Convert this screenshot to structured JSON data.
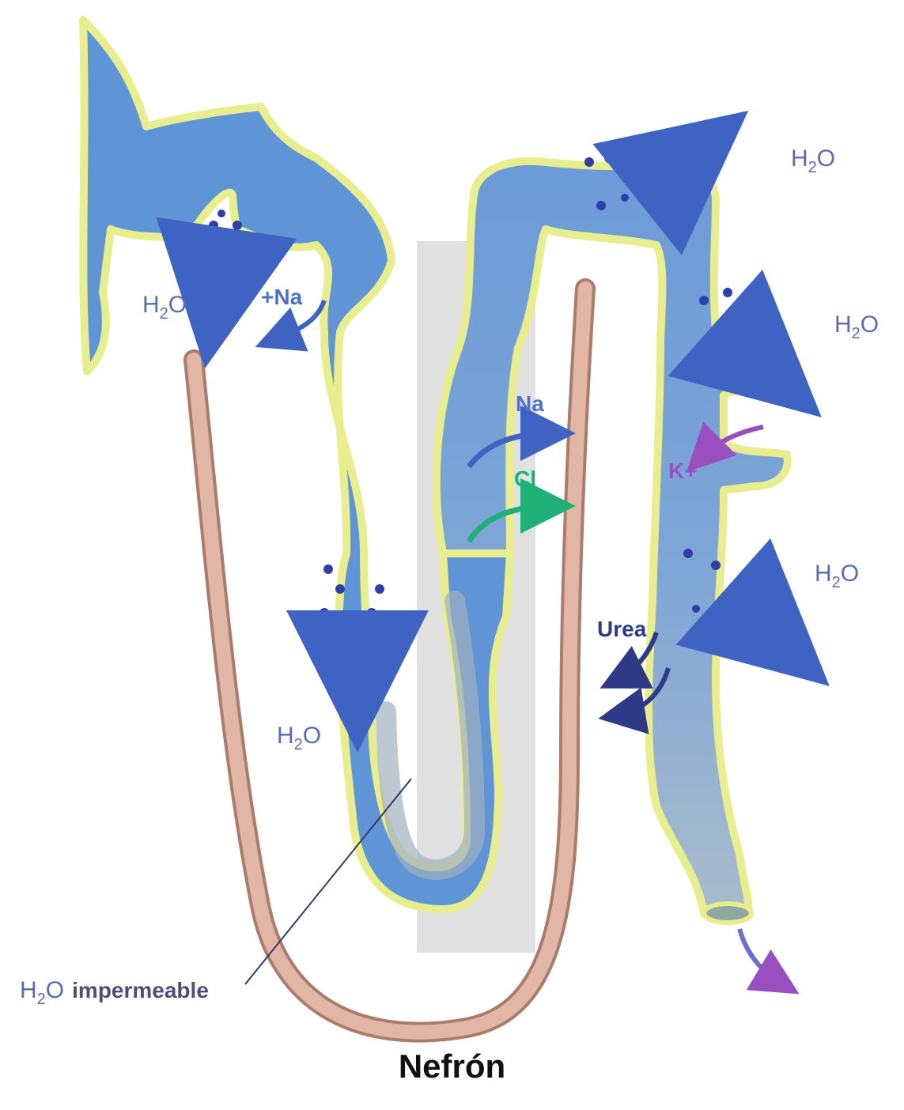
{
  "caption": "Nefrón",
  "labels": {
    "h2o_top": "H",
    "h2o_sub": "2",
    "h2o_o": "O",
    "na_plus": "+Na",
    "na": "Na",
    "cl": "Cl",
    "k": "K+",
    "urea": "Urea",
    "impermeable": "impermeable"
  },
  "colors": {
    "tubule_fill": "#5f94d6",
    "tubule_wall": "#e8ee8e",
    "descending_fill": "#a9b9c9",
    "vessel": "#d2a392",
    "interstitium_box": "#dcdcdc",
    "arrow_blue": "#3f63c2",
    "arrow_green": "#1fb07a",
    "arrow_purple": "#9a4fc0",
    "arrow_dark": "#2f3a86",
    "text": "#5a6bb3"
  }
}
